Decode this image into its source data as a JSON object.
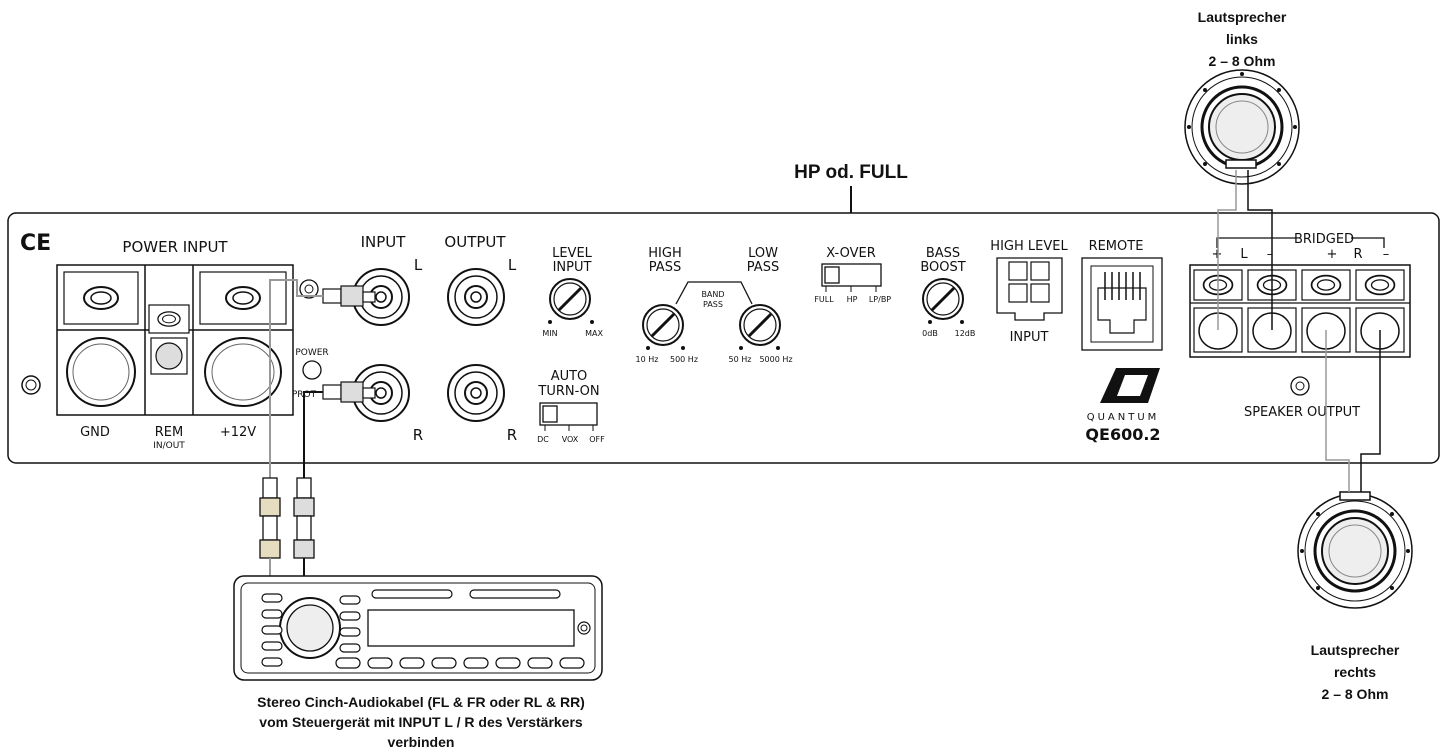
{
  "annotation": {
    "xover_setting": "HP od. FULL"
  },
  "speaker_left": {
    "line1": "Lautsprecher",
    "line2": "links",
    "line3": "2 – 8 Ohm"
  },
  "speaker_right": {
    "line1": "Lautsprecher",
    "line2": "rechts",
    "line3": "2 – 8 Ohm"
  },
  "caption": {
    "line1": "Stereo Cinch-Audiokabel (FL & FR oder RL & RR)",
    "line2": "vom Steuergerät mit INPUT L / R des Verstärkers",
    "line3": "verbinden"
  },
  "amp": {
    "ce_mark": "CE",
    "power_input": "POWER INPUT",
    "gnd": "GND",
    "rem": "REM",
    "rem_sub": "IN/OUT",
    "plus12v": "+12V",
    "led_power": "POWER",
    "led_prot": "PROT",
    "input": "INPUT",
    "output": "OUTPUT",
    "ch_l": "L",
    "ch_r": "R",
    "level_input_1": "LEVEL",
    "level_input_2": "INPUT",
    "level_min": "MIN",
    "level_max": "MAX",
    "high_pass_1": "HIGH",
    "high_pass_2": "PASS",
    "hp_min": "10 Hz",
    "hp_max": "500 Hz",
    "band_pass_1": "BAND",
    "band_pass_2": "PASS",
    "low_pass_1": "LOW",
    "low_pass_2": "PASS",
    "lp_min": "50 Hz",
    "lp_max": "5000 Hz",
    "auto_1": "AUTO",
    "auto_2": "TURN-ON",
    "auto_dc": "DC",
    "auto_vox": "VOX",
    "auto_off": "OFF",
    "xover": "X-OVER",
    "xover_full": "FULL",
    "xover_hp": "HP",
    "xover_lpbp": "LP/BP",
    "bass_boost_1": "BASS",
    "bass_boost_2": "BOOST",
    "bass_min": "0dB",
    "bass_max": "12dB",
    "high_level": "HIGH LEVEL",
    "high_level_input": "INPUT",
    "remote": "REMOTE",
    "brand_sub": "QUANTUM",
    "model": "QE600.2",
    "bridged": "BRIDGED",
    "term_plus_l": "+",
    "term_l": "L",
    "term_minus_l": "–",
    "term_plus_r": "+",
    "term_r": "R",
    "term_minus_r": "–",
    "speaker_output": "SPEAKER OUTPUT"
  }
}
